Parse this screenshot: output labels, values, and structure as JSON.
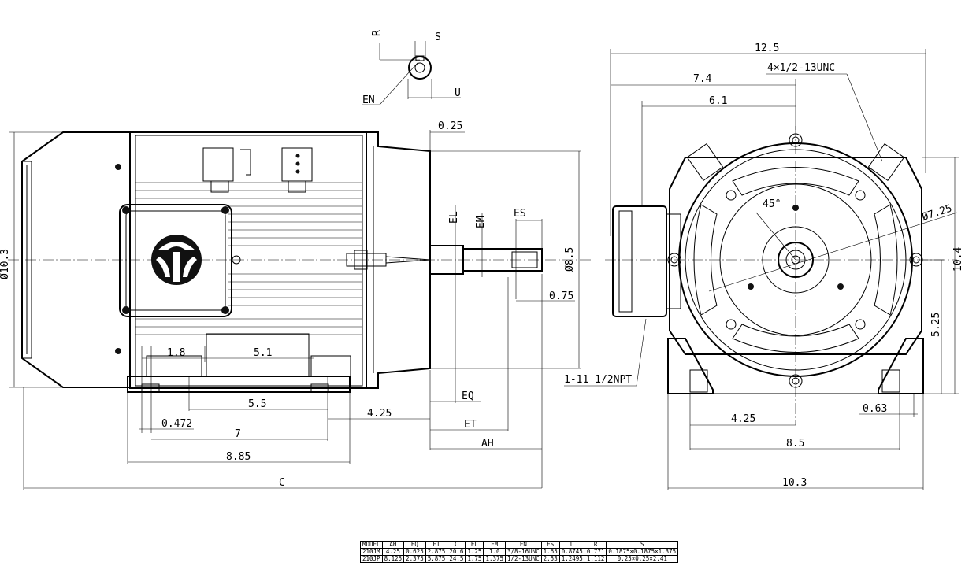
{
  "top_detail": {
    "R": "R",
    "S": "S",
    "EN": "EN",
    "U": "U"
  },
  "side_view": {
    "dim_0_25": "0.25",
    "dim_dia_10_3": "Ø10.3",
    "dim_EL": "EL",
    "dim_EM": "EM",
    "dim_ES": "ES",
    "dim_dia_8_5": "Ø8.5",
    "dim_0_75": "0.75",
    "dim_1_8": "1.8",
    "dim_5_1": "5.1",
    "dim_5_5": "5.5",
    "dim_4_25": "4.25",
    "dim_EQ": "EQ",
    "dim_0_472": "0.472",
    "dim_ET": "ET",
    "dim_7": "7",
    "dim_AH": "AH",
    "dim_8_85": "8.85",
    "dim_C": "C"
  },
  "end_view": {
    "dim_12_5": "12.5",
    "dim_bolts": "4×1/2-13UNC",
    "dim_7_4": "7.4",
    "dim_6_1": "6.1",
    "dim_45": "45°",
    "dim_dia_7_25": "Ø7.25",
    "dim_10_4": "10.4",
    "dim_5_25": "5.25",
    "dim_npt": "1-11 1/2NPT",
    "dim_4_25": "4.25",
    "dim_0_63": "0.63",
    "dim_8_5": "8.5",
    "dim_10_3": "10.3"
  },
  "table": {
    "headers": [
      "MODEL",
      "AH",
      "EQ",
      "ET",
      "C",
      "EL",
      "EM",
      "EN",
      "ES",
      "U",
      "R",
      "S"
    ],
    "rows": [
      [
        "210JM",
        "4.25",
        "0.625",
        "2.875",
        "20.6",
        "1.25",
        "1.0",
        "3/8-16UNC",
        "1.65",
        "0.8745",
        "0.771",
        "0.1875×0.1875×1.375"
      ],
      [
        "210JP",
        "8.125",
        "2.375",
        "5.875",
        "24.5",
        "1.75",
        "1.375",
        "1/2-13UNC",
        "2.53",
        "1.2495",
        "1.112",
        "0.25×0.25×2.41"
      ]
    ]
  }
}
